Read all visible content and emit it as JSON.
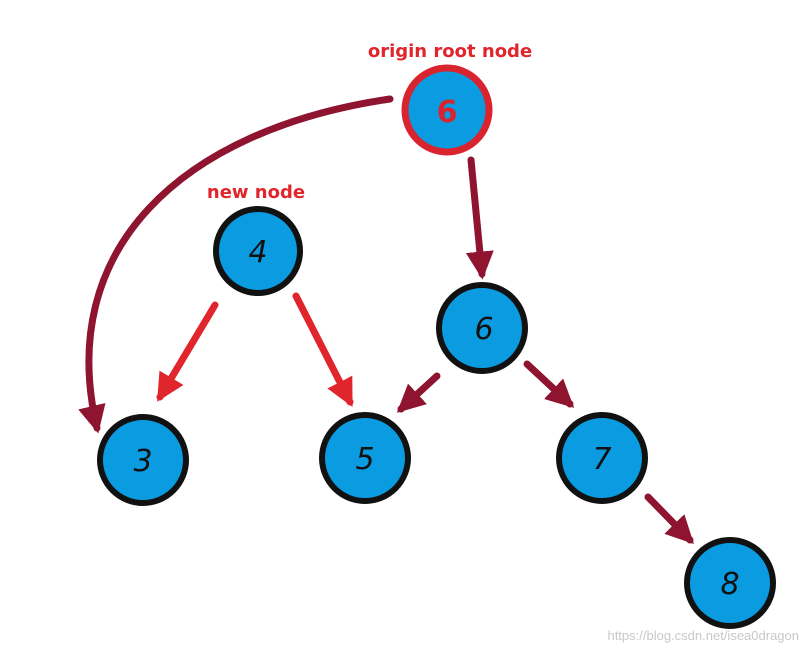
{
  "colors": {
    "node_fill": "#0b9be0",
    "node_stroke": "#111111",
    "root_stroke": "#d9232e",
    "arrow_original": "#8e1430",
    "arrow_new": "#e0262c",
    "annotation_text": "#e0262c"
  },
  "annotations": {
    "origin_root": "origin root node",
    "new_node": "new node"
  },
  "nodes": {
    "origin_root": "6",
    "new_node": "4",
    "copied_6": "6",
    "n3": "3",
    "n5": "5",
    "n7": "7",
    "n8": "8"
  },
  "edges": [
    {
      "from": "origin_root",
      "to": "n3",
      "kind": "original"
    },
    {
      "from": "origin_root",
      "to": "copied_6",
      "kind": "original"
    },
    {
      "from": "new_node",
      "to": "n3",
      "kind": "new"
    },
    {
      "from": "new_node",
      "to": "n5",
      "kind": "new"
    },
    {
      "from": "copied_6",
      "to": "n5",
      "kind": "original"
    },
    {
      "from": "copied_6",
      "to": "n7",
      "kind": "original"
    },
    {
      "from": "n7",
      "to": "n8",
      "kind": "original"
    }
  ],
  "watermark": "https://blog.csdn.net/isea0dragon"
}
